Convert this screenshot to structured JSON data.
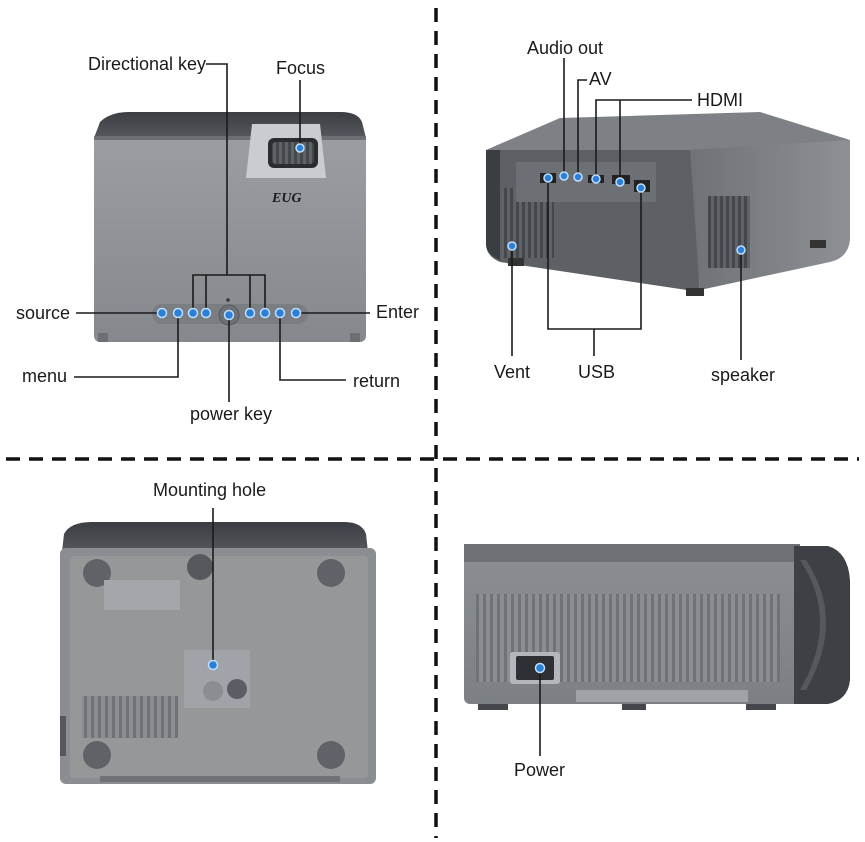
{
  "top_view": {
    "brand_logo": "EUG",
    "labels": {
      "directional_key": "Directional key",
      "focus": "Focus",
      "source": "source",
      "enter": "Enter",
      "menu": "menu",
      "return": "return",
      "power_key": "power key"
    }
  },
  "rear_view": {
    "labels": {
      "audio_out": "Audio out",
      "av": "AV",
      "hdmi": "HDMI",
      "vent": "Vent",
      "usb": "USB",
      "speaker": "speaker"
    }
  },
  "bottom_view": {
    "labels": {
      "mounting_hole": "Mounting hole"
    }
  },
  "side_view": {
    "labels": {
      "power": "Power"
    }
  },
  "colors": {
    "body_gray": "#8e9296",
    "dark_gray": "#4a4d51",
    "callout_dot": "#2b7fd6",
    "divider": "#111111"
  }
}
